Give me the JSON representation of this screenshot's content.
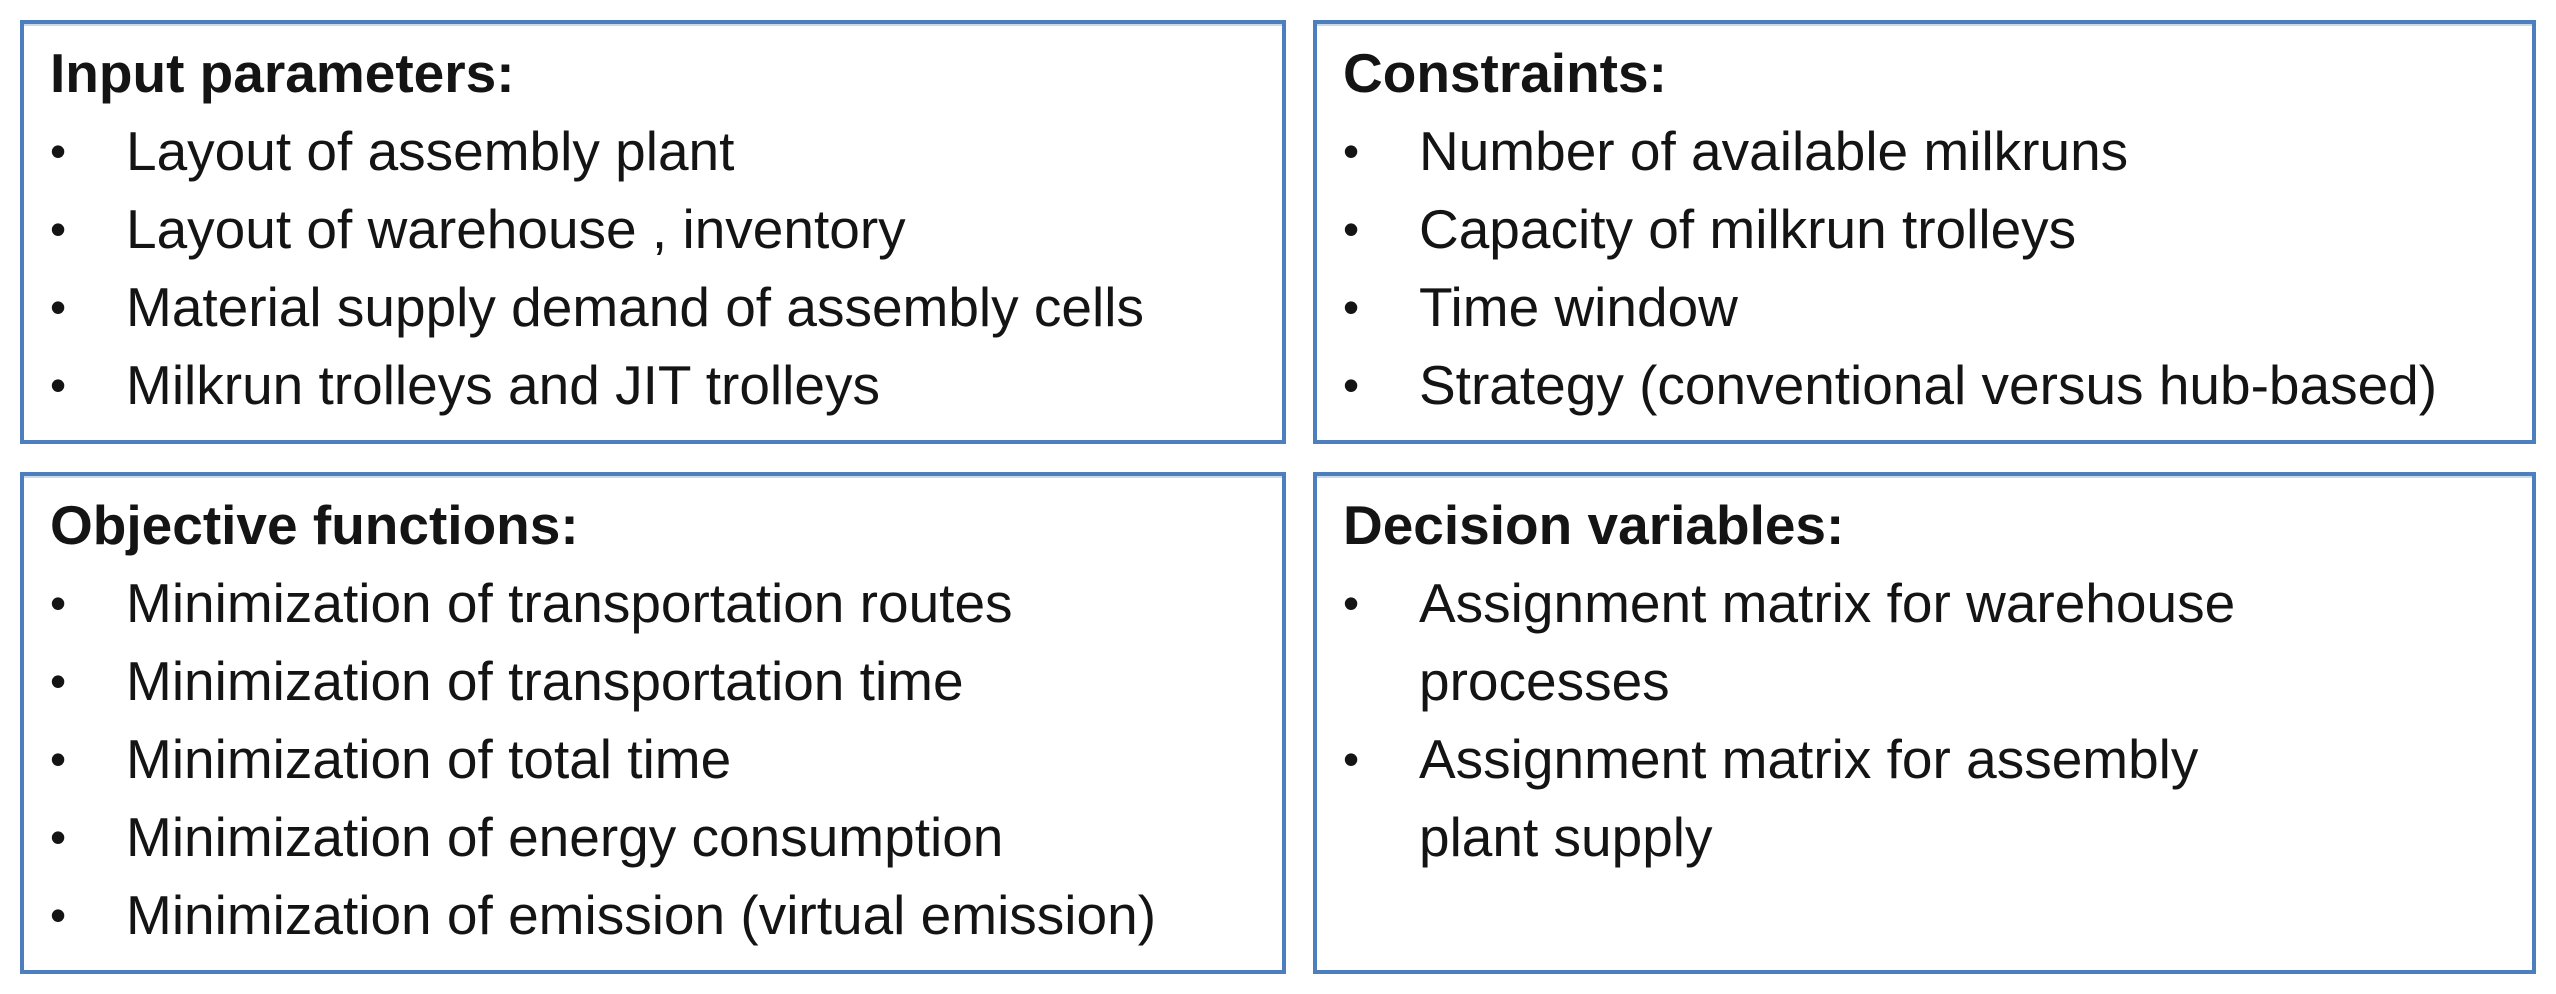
{
  "bullet_glyph": "•",
  "colors": {
    "panel_border": "#4d7ebd",
    "text": "#141414",
    "background": "#ffffff"
  },
  "panels": {
    "input_parameters": {
      "title": "Input parameters:",
      "items": [
        "Layout of assembly plant",
        "Layout of warehouse , inventory",
        "Material supply demand of assembly cells",
        "Milkrun trolleys and JIT trolleys"
      ]
    },
    "constraints": {
      "title": "Constraints:",
      "items": [
        "Number of available milkruns",
        "Capacity of milkrun trolleys",
        "Time window",
        "Strategy (conventional versus hub-based)"
      ]
    },
    "objective_functions": {
      "title": "Objective functions:",
      "items": [
        "Minimization of transportation routes",
        "Minimization of transportation time",
        "Minimization of total time",
        "Minimization of energy consumption",
        "Minimization of emission (virtual emission)"
      ]
    },
    "decision_variables": {
      "title": "Decision variables:",
      "items": [
        "Assignment matrix for warehouse processes",
        "Assignment matrix for assembly plant supply"
      ]
    }
  }
}
